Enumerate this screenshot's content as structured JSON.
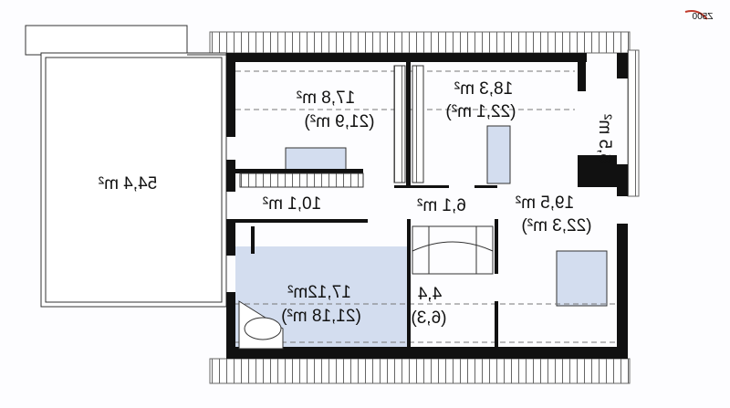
{
  "logo": {
    "text": "Z500"
  },
  "rooms": {
    "terrace": {
      "area": "54,4 m²"
    },
    "room_nw": {
      "area": "17,8 m²",
      "gross": "(21,9 m²)"
    },
    "room_n": {
      "area": "18,3 m²",
      "gross": "(22,1 m²)"
    },
    "room_ne": {
      "area": "6,5 m²"
    },
    "closet": {
      "area": "10,1 m²"
    },
    "hall": {
      "area": "6,1 m²"
    },
    "room_e": {
      "area": "19,5 m²",
      "gross": "(22,3 m²)"
    },
    "bathroom": {
      "area": "17,12m²",
      "gross": "(21,18 m²)"
    },
    "storage": {
      "area": "4,4",
      "gross": "(6,3)"
    }
  },
  "colors": {
    "wall": "#111111",
    "wet_area": "#d3ddef"
  }
}
